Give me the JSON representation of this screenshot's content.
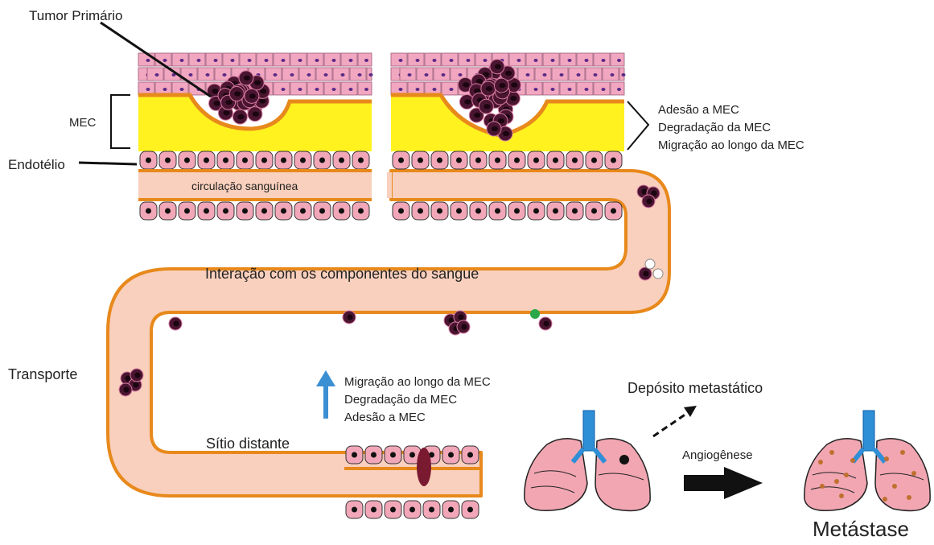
{
  "labels": {
    "tumor_primario": "Tumor Primário",
    "mec": "MEC",
    "endotelio": "Endotélio",
    "circulacao": "circulação sanguínea",
    "right_list": [
      "Adesão a MEC",
      "Degradação da MEC",
      "Migração ao longo da MEC"
    ],
    "interacao": "Interação com os componentes do sangue",
    "transporte": "Transporte",
    "bottom_list": [
      "Migração ao longo da MEC",
      "Degradação da MEC",
      "Adesão a MEC"
    ],
    "sitio": "Sítio distante",
    "deposito": "Depósito metastático",
    "angiogenese": "Angiogênese",
    "metastase": "Metástase"
  },
  "colors": {
    "epithelial_cell": "#f2a7c0",
    "epithelial_nucleus": "#5b2a86",
    "ecm_yellow": "#fff21f",
    "membrane_orange": "#e8891c",
    "vessel_fill": "#f9d0bd",
    "endothelial_cell": "#f2a7b8",
    "endothelial_nucleus": "#111111",
    "tumor_cell": "#4a1530",
    "lung_fill": "#f1a6b2",
    "trachea_blue": "#2f8fd6",
    "up_arrow_blue": "#3b8fd3",
    "platelet_green": "#2aa84a"
  }
}
